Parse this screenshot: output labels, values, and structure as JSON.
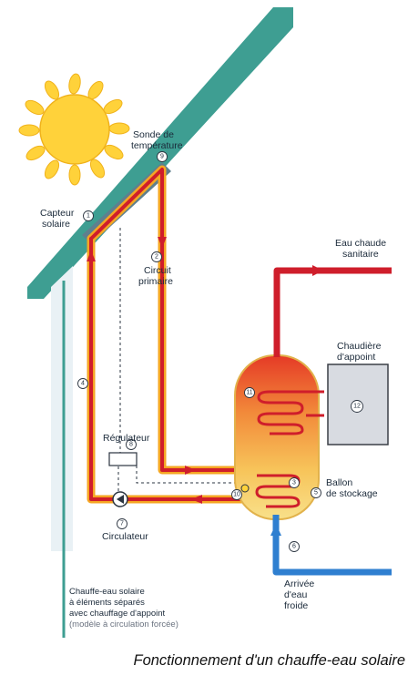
{
  "diagram": {
    "labels": {
      "sonde_line1": "Sonde de",
      "sonde_line2": "température",
      "capteur_line1": "Capteur",
      "capteur_line2": "solaire",
      "circuit_line1": "Circuit",
      "circuit_line2": "primaire",
      "eau_chaude_line1": "Eau chaude",
      "eau_chaude_line2": "sanitaire",
      "chaudiere_line1": "Chaudière",
      "chaudiere_line2": "d'appoint",
      "regulateur": "Régulateur",
      "circulateur": "Circulateur",
      "ballon_line1": "Ballon",
      "ballon_line2": "de stockage",
      "arrivee_line1": "Arrivée",
      "arrivee_line2": "d'eau",
      "arrivee_line3": "froide"
    },
    "numbers": {
      "n1": "1",
      "n2": "2",
      "n3": "3",
      "n4": "4",
      "n5": "5",
      "n6": "6",
      "n7": "7",
      "n8": "8",
      "n9": "9",
      "n10": "10",
      "n11": "11",
      "n12": "12"
    },
    "legend": {
      "line1": "Chauffe-eau solaire",
      "line2": "à éléments séparés",
      "line3": "avec chauffage d'appoint",
      "line4": "(modèle à circulation forcée)"
    },
    "colors": {
      "roof": "#3e9e92",
      "panel": "#5f7f8e",
      "hot_pipe": "#cf1e2b",
      "pipe_outline": "#f5a623",
      "cold_pipe": "#2f7fd0",
      "sun": "#ffd23a",
      "tank_top": "#e8432a",
      "tank_bottom": "#f7dd78",
      "boiler": "#d8dbe1"
    }
  },
  "caption": "Fonctionnement d'un chauffe-eau solaire"
}
